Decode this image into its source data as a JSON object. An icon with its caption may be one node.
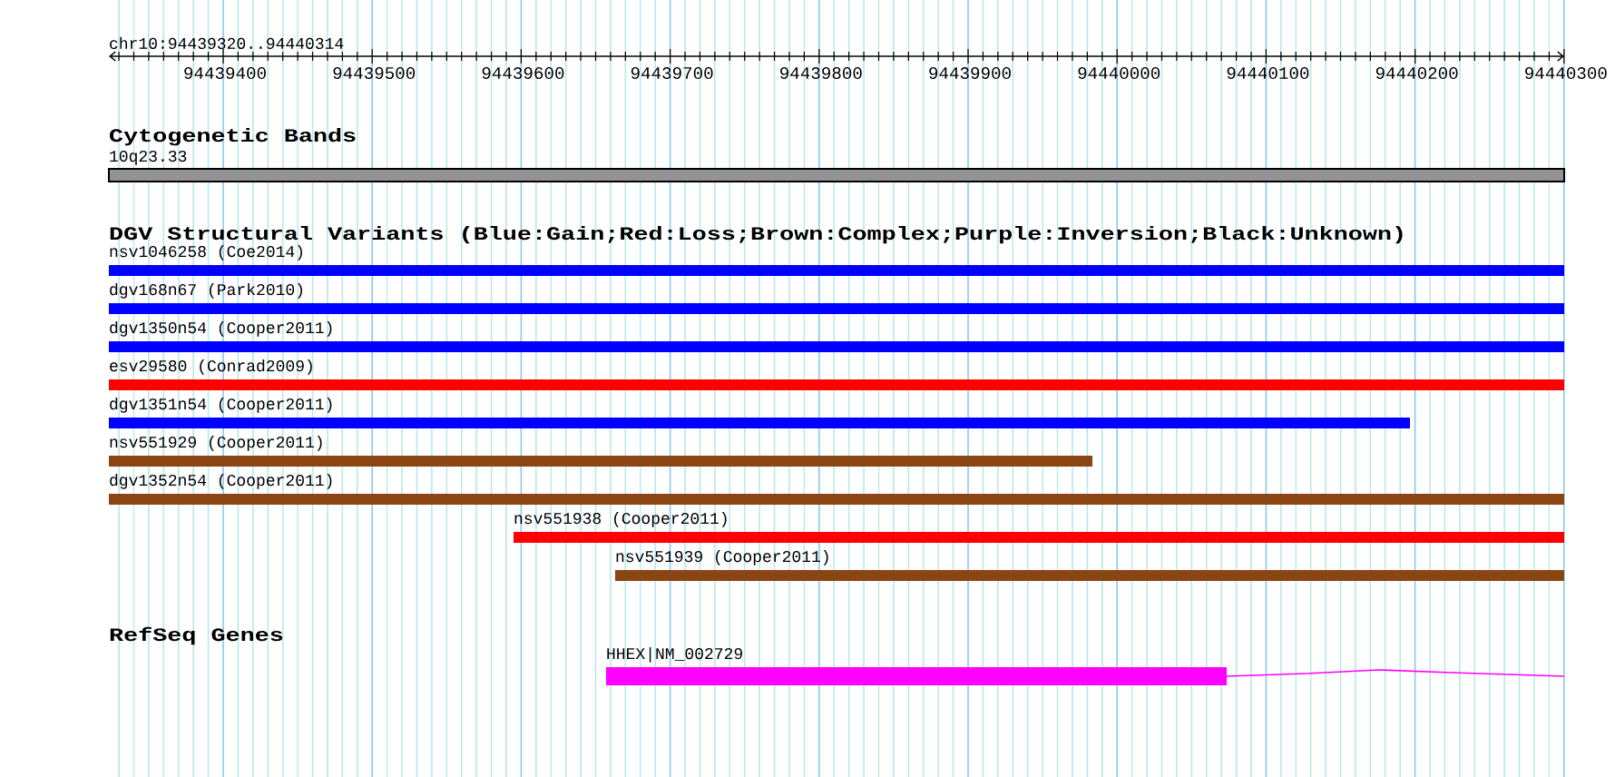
{
  "diagram": {
    "title": "chr10:94439320..94440314",
    "nodes": [
      {
        "text": [
          "10q23.33"
        ]
      },
      {
        "text": [
          "nsv1046258 (Coe2014)"
        ]
      },
      {
        "text": [
          "dgv168n67 (Park2010)"
        ]
      },
      {
        "text": [
          "dgv1350n54 (Cooper2011)"
        ]
      },
      {
        "text": [
          "esv29580 (Conrad2009)"
        ]
      },
      {
        "text": [
          "dgv1351n54 (Cooper2011)"
        ]
      },
      {
        "text": [
          "nsv551929 (Cooper2011)"
        ]
      },
      {
        "text": [
          "dgv1352n54 (Cooper2011)"
        ]
      },
      {
        "text": [
          "nsv551938 (Cooper2011)"
        ]
      },
      {
        "text": [
          "nsv551939 (Cooper2011)"
        ]
      },
      {
        "text": [
          "HHEX|NM_002729"
        ]
      }
    ],
    "labels": [
      "94439400",
      "94439500",
      "94439600",
      "94439700",
      "94439800",
      "94439900",
      "94440000",
      "94440100",
      "94440200",
      "94440300",
      "Cytogenetic Bands",
      "DGV Structural Variants (Blue:Gain;Red:Loss;Brown:Complex;Purple:Inversion;Black:Unknown)",
      "RefSeq Genes"
    ]
  }
}
